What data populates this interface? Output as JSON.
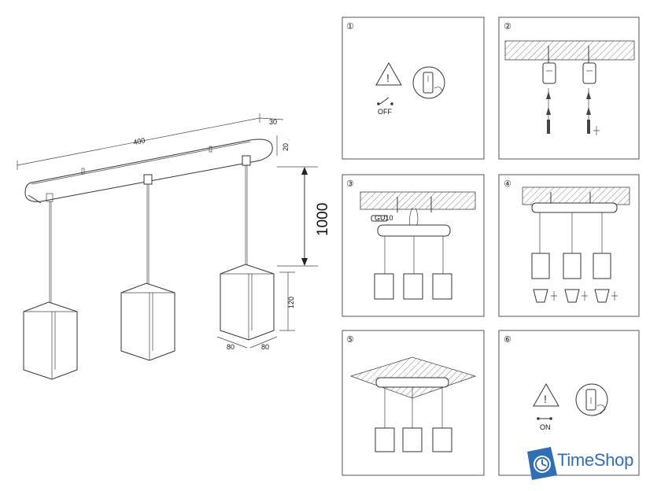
{
  "dimensions": {
    "rail_length": "400",
    "rail_depth": "30",
    "rail_height": "20",
    "cable_length": "1000",
    "shade_height": "120",
    "shade_width_a": "80",
    "shade_width_b": "80"
  },
  "steps": [
    {
      "number": "①",
      "caption": "OFF"
    },
    {
      "number": "②"
    },
    {
      "number": "③",
      "bulb_label": "GU10"
    },
    {
      "number": "④"
    },
    {
      "number": "⑤"
    },
    {
      "number": "⑥",
      "caption": "ON"
    }
  ],
  "brand": {
    "name": "TimeShop",
    "color": "#2f6fb5"
  },
  "colors": {
    "line": "#333333",
    "panel_border": "#555555"
  }
}
